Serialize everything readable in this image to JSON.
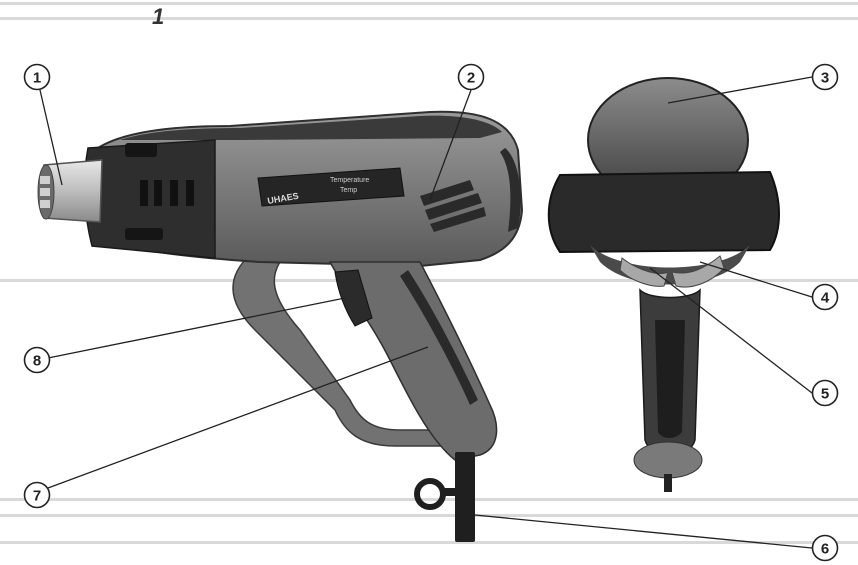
{
  "figure": {
    "number": "1"
  },
  "product": {
    "brand": "UHAES",
    "panel_line1": "Temperature",
    "panel_line2": "Temp"
  },
  "callouts": [
    "1",
    "2",
    "3",
    "4",
    "5",
    "6",
    "7",
    "8"
  ],
  "colors": {
    "body": "#7b7b7b",
    "dark": "#2b2b2b",
    "line": "#222222"
  }
}
